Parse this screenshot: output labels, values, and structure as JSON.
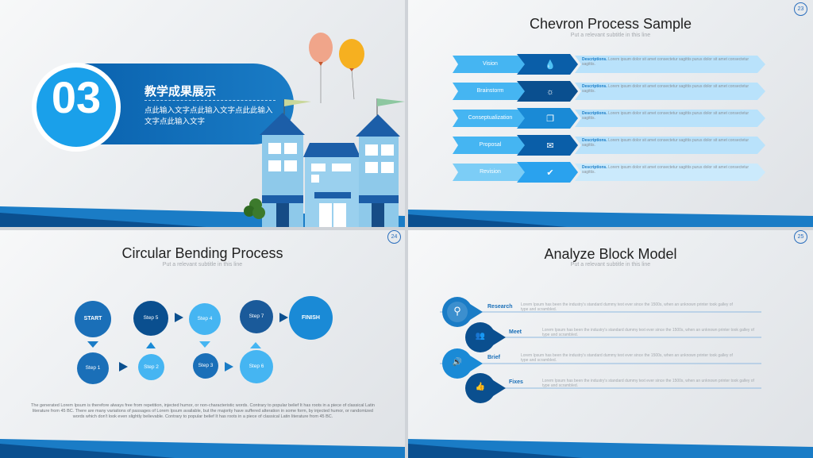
{
  "colors": {
    "dark_blue": "#0a4f8f",
    "mid_blue": "#1a7cc6",
    "light_blue": "#45b5f2",
    "pale_blue": "#b9e2fb"
  },
  "slide1": {
    "number": "03",
    "title": "教学成果展示",
    "text": "点此输入文字点此输入文字点此此输入文字点此输入文字"
  },
  "slide2": {
    "page": "23",
    "title": "Chevron Process Sample",
    "subtitle": "Put a relevant subtitle in this line",
    "rows": [
      {
        "label": "Vision",
        "icon": "drops-icon",
        "glyph": "💧",
        "desc_title": "Descriptions.",
        "desc": "Lorem ipsum dolor sit amet consectetur sagittis purus dolor sit amet consectetur sagittis."
      },
      {
        "label": "Brainstorm",
        "icon": "sun-icon",
        "glyph": "☼",
        "desc_title": "Descriptions.",
        "desc": "Lorem ipsum dolor sit amet consectetur sagittis purus dolor sit amet consectetur sagittis."
      },
      {
        "label": "Conseptualization",
        "icon": "book-icon",
        "glyph": "❐",
        "desc_title": "Descriptions.",
        "desc": "Lorem ipsum dolor sit amet consectetur sagittis purus dolor sit amet consectetur sagittis."
      },
      {
        "label": "Proposal",
        "icon": "chat-icon",
        "glyph": "✉",
        "desc_title": "Descriptions.",
        "desc": "Lorem ipsum dolor sit amet consectetur sagittis purus dolor sit amet consectetur sagittis."
      },
      {
        "label": "Revision",
        "icon": "check-icon",
        "glyph": "✔",
        "desc_title": "Descriptions.",
        "desc": "Lorem ipsum dolor sit amet consectetur sagittis purus dolor sit amet consectetur sagittis."
      }
    ]
  },
  "slide3": {
    "page": "24",
    "title": "Circular Bending Process",
    "subtitle": "Put a relevant subtitle in this line",
    "start": "START",
    "finish": "FINISH",
    "steps": [
      "Step 1",
      "Step 2",
      "Step 3",
      "Step 4",
      "Step 5",
      "Step 6",
      "Step 7"
    ],
    "paragraph": "The generated Lorem Ipsum is therefore always free from repetition, injected humor, or non-characteristic words. Contrary to popular belief It has roots in a piece of classical Latin literature from 45 BC. There are many variations of passages of Lorem Ipsum available, but the majority have suffered alteration in some form, by injected humor, or randomized words which don't look even slightly believable. Contrary to popular belief It has roots in a piece of classical Latin literature from 45 BC."
  },
  "slide4": {
    "page": "25",
    "title": "Analyze Block Model",
    "subtitle": "Put a relevant subtitle in this line",
    "items": [
      {
        "label": "Research",
        "icon": "search-icon",
        "glyph": "⚲",
        "text": "Lorem Ipsum has been the industry's standard dummy text ever since the 1500s, when an unknown printer took galley of type and scrambled."
      },
      {
        "label": "Meet",
        "icon": "people-icon",
        "glyph": "👥",
        "text": "Lorem Ipsum has been the industry's standard dummy text ever since the 1500s, when an unknown printer took galley of type and scrambled."
      },
      {
        "label": "Brief",
        "icon": "speaker-icon",
        "glyph": "🔊",
        "text": "Lorem Ipsum has been the industry's standard dummy text ever since the 1500s, when an unknown printer took galley of type and scrambled."
      },
      {
        "label": "Fixes",
        "icon": "thumbs-up-icon",
        "glyph": "👍",
        "text": "Lorem Ipsum has been the industry's standard dummy text ever since the 1500s, when an unknown printer took galley of type and scrambled."
      }
    ]
  }
}
